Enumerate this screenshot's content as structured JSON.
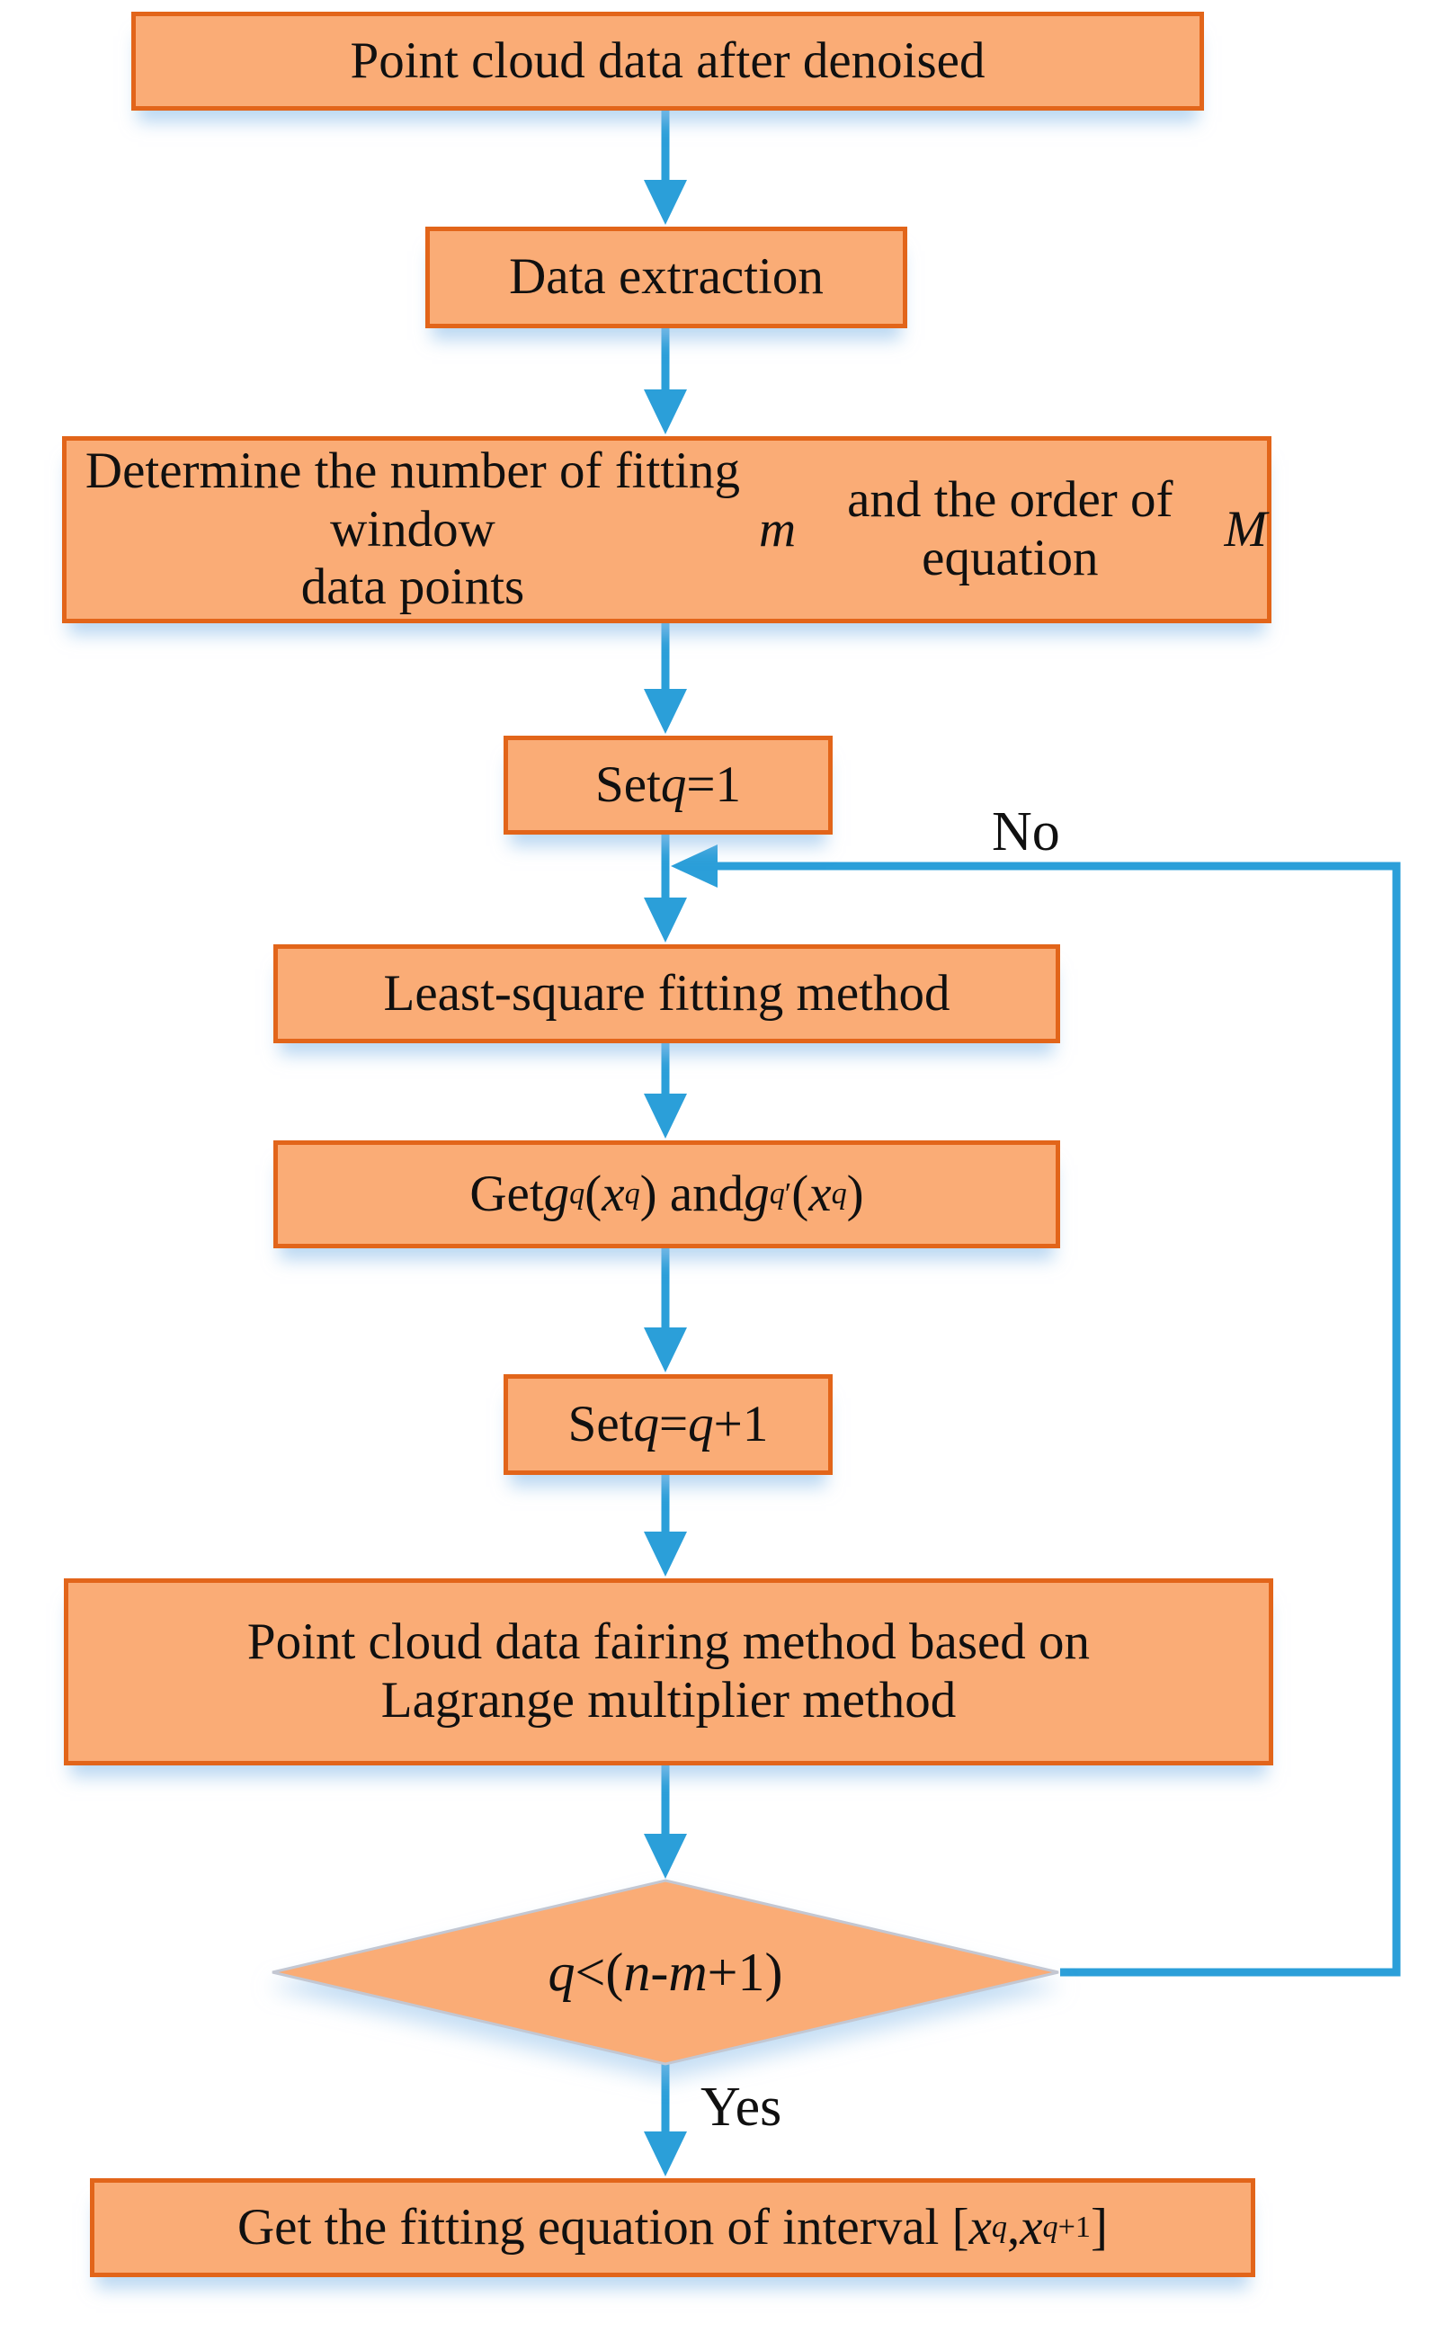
{
  "flowchart": {
    "colors": {
      "node_fill": "#FAAC76",
      "node_border": "#E2651A",
      "arrow": "#2B9FD9",
      "text": "#101010",
      "shadow": "rgba(150,195,235,0.65)"
    },
    "nodes": [
      {
        "id": "denoised",
        "type": "process",
        "label_html": "Point cloud data after denoised"
      },
      {
        "id": "extraction",
        "type": "process",
        "label_html": "Data extraction"
      },
      {
        "id": "determine",
        "type": "process",
        "label_html": "Determine the number of fitting window<br>data points <i>m</i> and the order of equation <i>M</i>"
      },
      {
        "id": "set-q-1",
        "type": "process",
        "label_html": "Set <i>q</i>=1"
      },
      {
        "id": "least-square",
        "type": "process",
        "label_html": "Least-square fitting method"
      },
      {
        "id": "get-g",
        "type": "process",
        "label_html": "Get <i>g</i><sub><i>q</i></sub>(<i>x</i><sub><i>q</i></sub>) and <i>g</i><sub><i>q</i></sub><sup>&#8242;</sup>(<i>x</i><sub><i>q</i></sub>)"
      },
      {
        "id": "set-q-plus-1",
        "type": "process",
        "label_html": "Set <i>q</i>=<i>q</i>+1"
      },
      {
        "id": "fairing",
        "type": "process",
        "label_html": "Point cloud data fairing method based on<br>Lagrange multiplier method"
      },
      {
        "id": "decision",
        "type": "decision",
        "label_html": "<i>q</i>&lt;(<i>n</i>-<i>m</i>+1)"
      },
      {
        "id": "final",
        "type": "process",
        "label_html": "Get the fitting equation of interval [<i>x</i><sub><i>q</i></sub>,<i>x</i><sub><i>q</i>+1</sub>]"
      }
    ],
    "edge_labels": {
      "no": "No",
      "yes": "Yes"
    }
  }
}
